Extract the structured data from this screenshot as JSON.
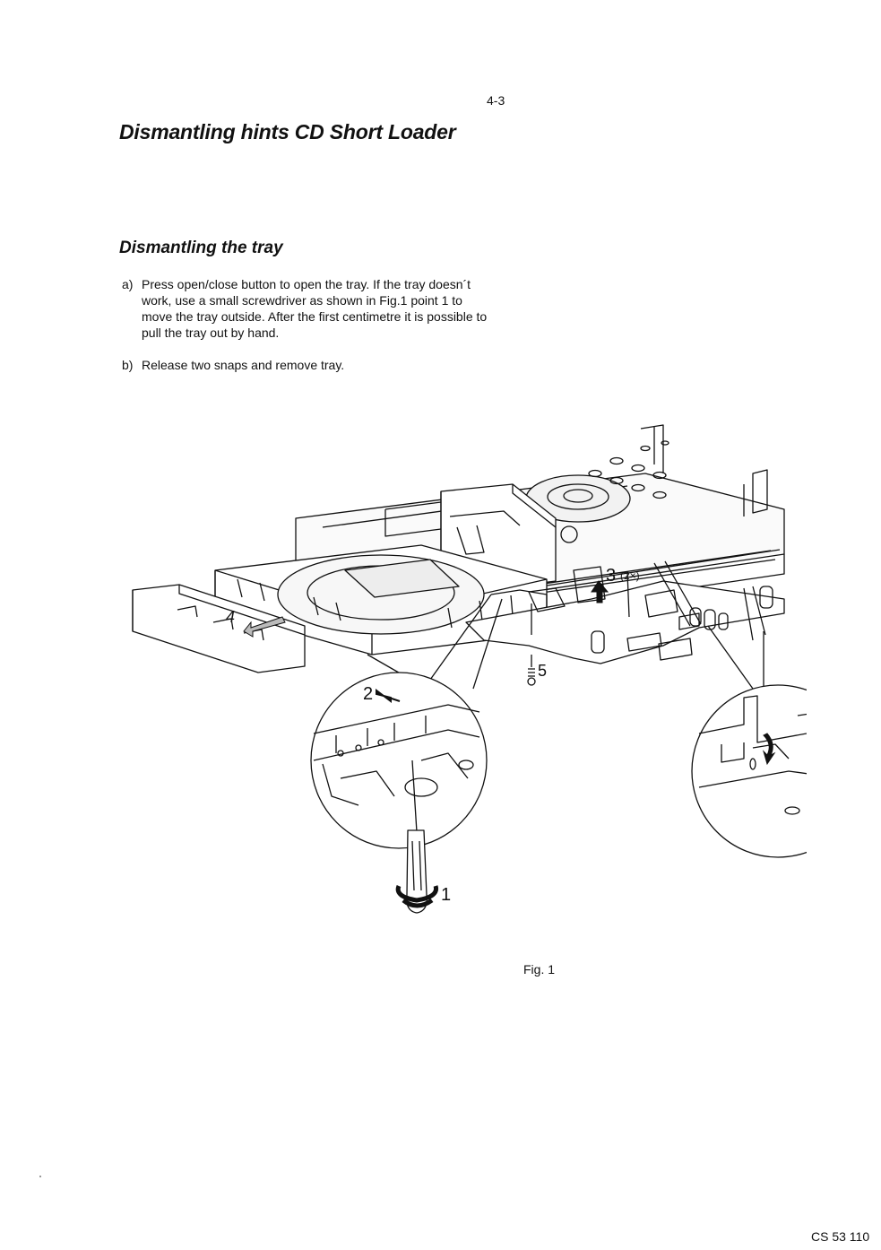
{
  "page_number": "4-3",
  "title": "Dismantling hints CD Short Loader",
  "section": {
    "heading": "Dismantling the tray",
    "steps": [
      {
        "marker": "a)",
        "text": "Press open/close button to open the tray. If the tray doesn´t work, use a small screwdriver as shown in Fig.1 point 1 to move the tray outside. After the first centimetre it is possible to pull the tray out by hand."
      },
      {
        "marker": "b)",
        "text": "Release two snaps and remove tray."
      }
    ]
  },
  "figure": {
    "callouts": {
      "one": "1",
      "two": "2",
      "three": "3",
      "three_count": "(2×)",
      "four": "4",
      "five": "5"
    },
    "caption": "Fig. 1"
  },
  "footer_code": "CS 53 110"
}
